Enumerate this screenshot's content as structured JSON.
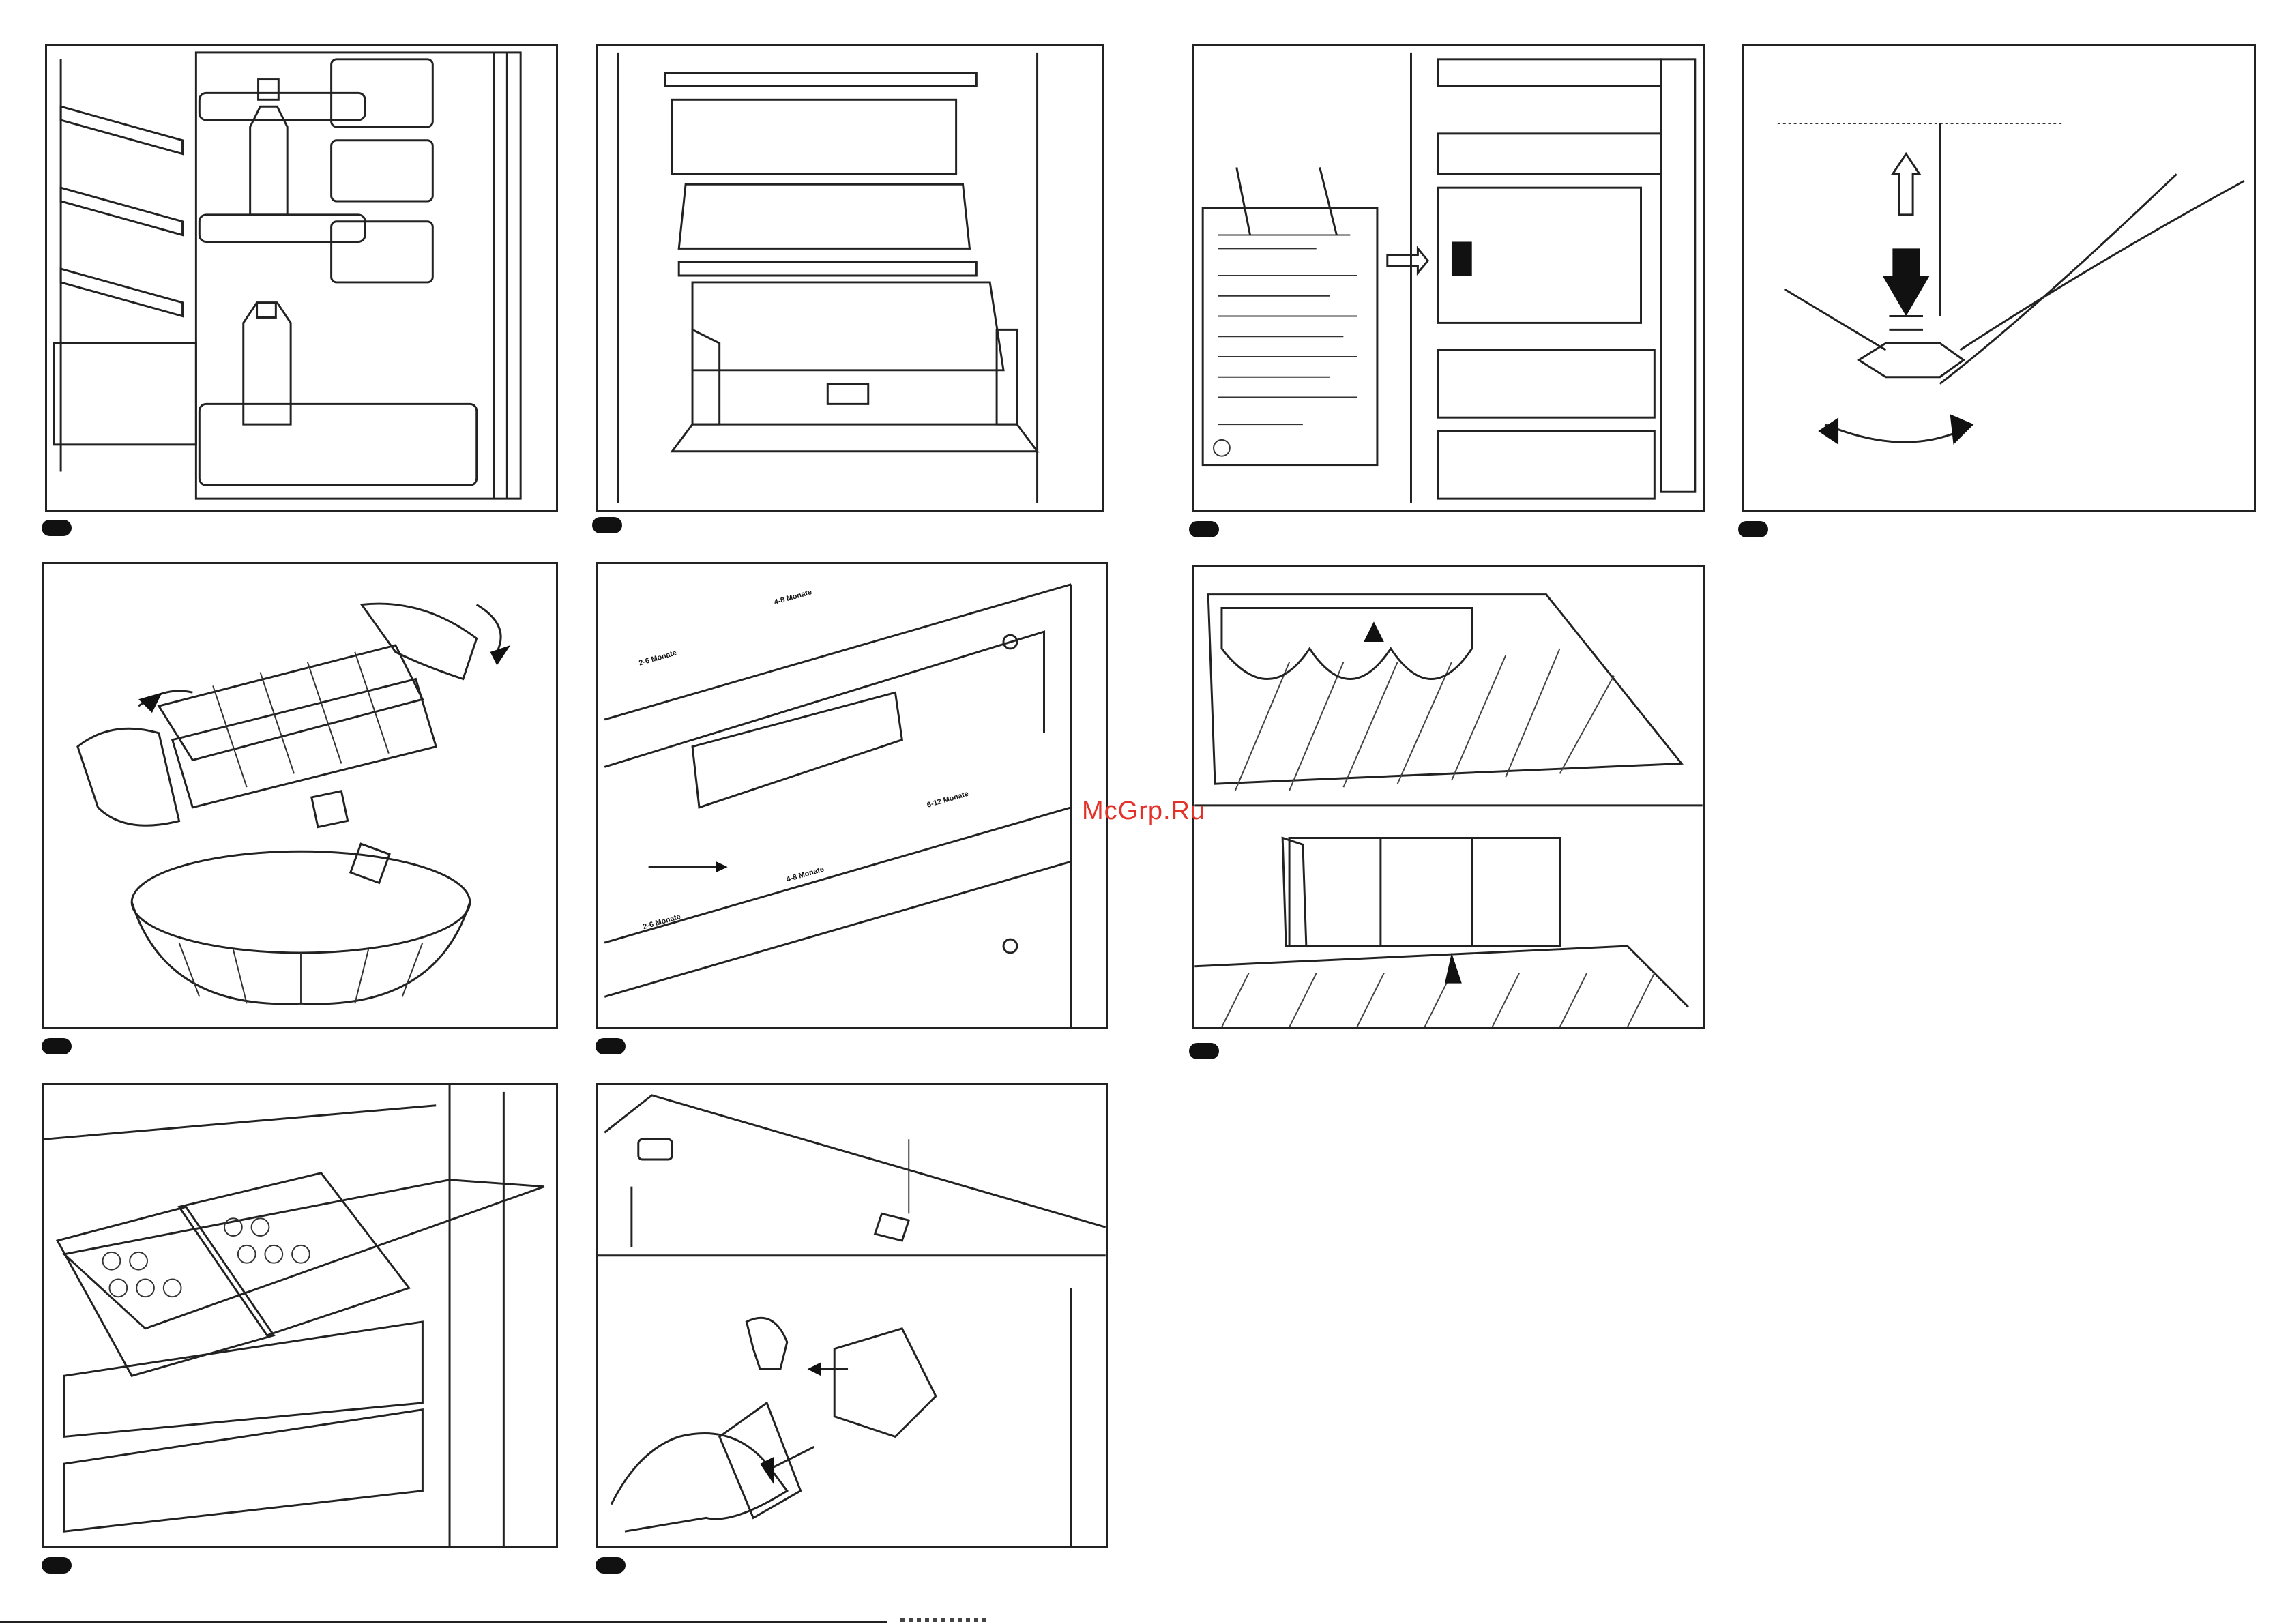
{
  "watermark": "McGrp.Ru",
  "drawer_labels": {
    "upper_left": "2-6 Monate",
    "upper_right": "4-8 Monate",
    "middle_right": "6-12 Monate",
    "lower_left": "2-6 Monate",
    "lower_right": "4-8 Monate"
  }
}
